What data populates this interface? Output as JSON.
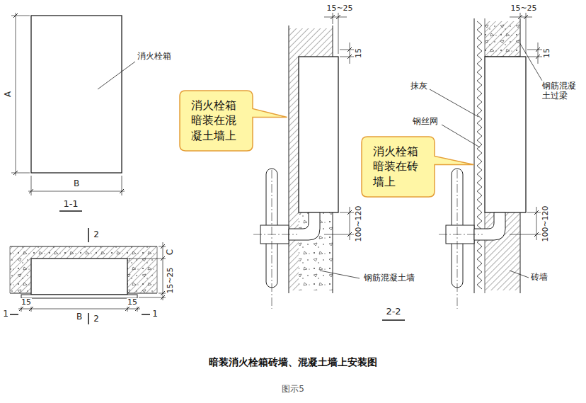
{
  "diagram": {
    "title": "暗装消火栓箱砖墙、混凝土墙上安装图",
    "caption": "图示5",
    "nodes": [
      {
        "text": [
          "消火栓箱暗装在混凝土墙上"
        ]
      },
      {
        "text": [
          "消火栓箱暗装在砖墙上"
        ]
      }
    ],
    "labels": [
      "A",
      "B",
      "1-1",
      "消火栓箱",
      "2",
      "C",
      "15~25",
      "1",
      "15",
      "B",
      "15",
      "1",
      "2",
      "15~25",
      "15",
      "100~120",
      "钢筋混凝土墙",
      "15~25",
      "15",
      "抹灰",
      "钢丝网",
      "钢筋混凝土过梁",
      "100~120",
      "砖墙",
      "2-2"
    ]
  }
}
